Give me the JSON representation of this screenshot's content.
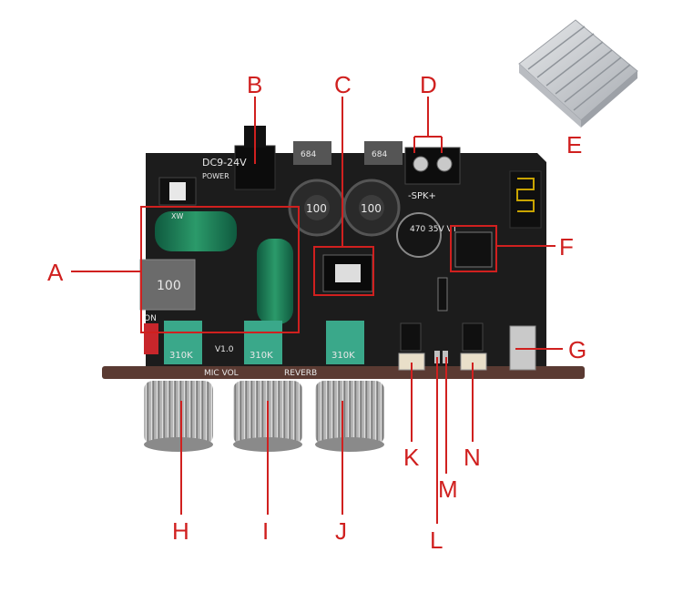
{
  "callouts": [
    {
      "id": "A",
      "text": "A"
    },
    {
      "id": "B",
      "text": "B"
    },
    {
      "id": "C",
      "text": "C"
    },
    {
      "id": "D",
      "text": "D"
    },
    {
      "id": "E",
      "text": "E"
    },
    {
      "id": "F",
      "text": "F"
    },
    {
      "id": "G",
      "text": "G"
    },
    {
      "id": "H",
      "text": "H"
    },
    {
      "id": "I",
      "text": "I"
    },
    {
      "id": "J",
      "text": "J"
    },
    {
      "id": "K",
      "text": "K"
    },
    {
      "id": "L",
      "text": "L"
    },
    {
      "id": "M",
      "text": "M"
    },
    {
      "id": "N",
      "text": "N"
    }
  ],
  "board": {
    "power_text": "DC9-24V",
    "power_label": "POWER",
    "version": "V1.0",
    "mic_vol": "MIC VOL",
    "reverb": "REVERB",
    "spk": "-SPK+",
    "on": "ON",
    "pot_value": "310K",
    "inductor_value": "100",
    "cap_text": "470 35V VT",
    "cap_small": "XW",
    "coil_mark": "684"
  },
  "colors": {
    "callout": "#d0201f",
    "pcb": "#1c1c1c",
    "faceplate": "#5a3a32",
    "pot": "#3aa88a",
    "heatsink": "#c9ccd1"
  }
}
